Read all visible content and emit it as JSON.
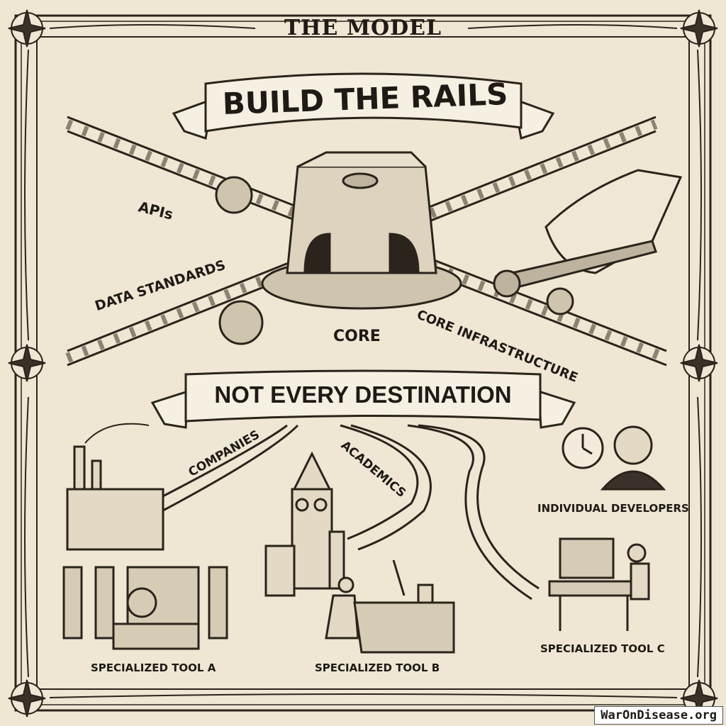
{
  "header": {
    "title": "THE MODEL"
  },
  "banners": {
    "top": "BUILD THE RAILS",
    "middle": "NOT EVERY DESTINATION"
  },
  "hub_labels": {
    "apis": "APIs",
    "data_standards": "DATA STANDARDS",
    "core": "CORE",
    "core_infrastructure": "CORE INFRASTRUCTURE"
  },
  "destinations": [
    {
      "route": "COMPANIES",
      "tool": "SPECIALIZED TOOL A"
    },
    {
      "route": "ACADEMICS",
      "tool": "SPECIALIZED TOOL B"
    },
    {
      "route": "INDIVIDUAL DEVELOPERS",
      "tool": "SPECIALIZED TOOL C"
    }
  ],
  "watermark": "WarOnDisease.org",
  "colors": {
    "paper": "#efe7d4",
    "ink": "#1e1a15",
    "ribbon": "#f6f0e2"
  }
}
